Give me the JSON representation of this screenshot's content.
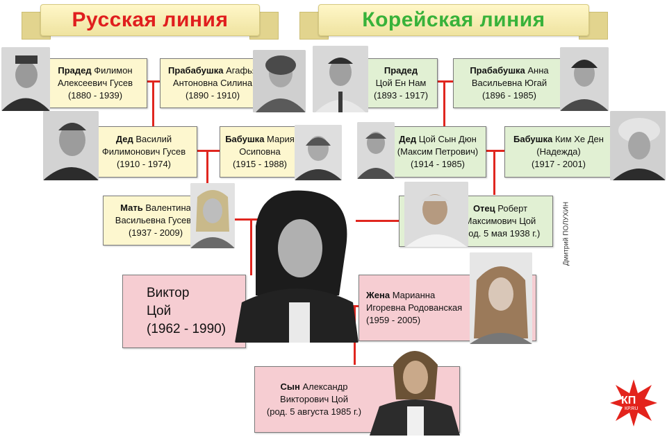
{
  "banners": {
    "russian": "Русская линия",
    "korean": "Корейская линия"
  },
  "russian_line": {
    "great_grandfather": {
      "role": "Прадед",
      "name1": "Филимон",
      "name2": "Алексеевич Гусев",
      "years": "(1880 - 1939)"
    },
    "great_grandmother": {
      "role": "Прабабушка",
      "name1": "Агафья",
      "name2": "Антоновна Силина",
      "years": "(1890 - 1910)"
    },
    "grandfather": {
      "role": "Дед",
      "name1": "Василий",
      "name2": "Филимонович Гусев",
      "years": "(1910 - 1974)"
    },
    "grandmother": {
      "role": "Бабушка",
      "name1": "Мария",
      "name2": "Осиповна",
      "years": "(1915 - 1988)"
    },
    "mother": {
      "role": "Мать",
      "name1": "Валентина",
      "name2": "Васильевна Гусева",
      "years": "(1937 - 2009)"
    }
  },
  "korean_line": {
    "great_grandfather": {
      "role": "Прадед",
      "name1": "Цой Ен Нам",
      "years": "(1893 - 1917)"
    },
    "great_grandmother": {
      "role": "Прабабушка",
      "name1": "Анна",
      "name2": "Васильевна Югай",
      "years": "(1896 - 1985)"
    },
    "grandfather": {
      "role": "Дед",
      "name1": "Цой Сын Дюн",
      "name2": "(Максим Петрович)",
      "years": "(1914 - 1985)"
    },
    "grandmother": {
      "role": "Бабушка",
      "name1": "Ким Хе Ден",
      "name2": "(Надежда)",
      "years": "(1917 - 2001)"
    },
    "father": {
      "role": "Отец",
      "name1": "Роберт",
      "name2": "Максимович Цой",
      "years": "(род. 5 мая 1938 г.)"
    }
  },
  "center": {
    "viktor": {
      "line1": "Виктор",
      "line2": "Цой",
      "years": "(1962 - 1990)"
    },
    "wife": {
      "role": "Жена",
      "name1": "Марианна",
      "name2": "Игоревна Родованская",
      "years": "(1959 - 2005)"
    },
    "son": {
      "role": "Сын",
      "name1": "Александр",
      "name2": "Викторович Цой",
      "years": "(род. 5 августа 1985 г.)"
    }
  },
  "credit": "Дмитрий ПОЛУХИН",
  "logo": {
    "text": "КП",
    "sub": "КР.RU"
  },
  "colors": {
    "russian_title": "#e01e1e",
    "korean_title": "#38b23a",
    "connector": "#e0261f",
    "yellow_card": "#fdf7cf",
    "green_card": "#e1f0d3",
    "pink_card": "#f6cdd2"
  }
}
